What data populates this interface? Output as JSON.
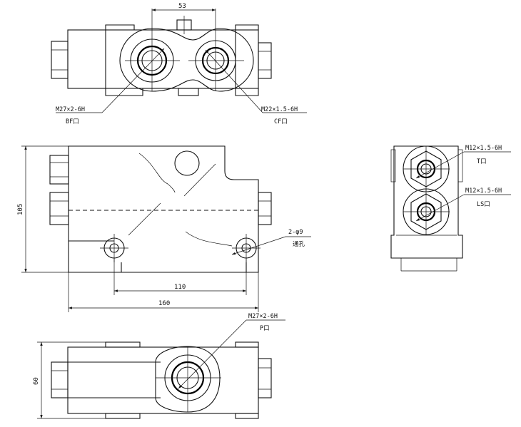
{
  "dimensions": {
    "top_spacing": "53",
    "overall_height": "105",
    "hole_spacing": "110",
    "overall_length": "160",
    "bottom_height": "60"
  },
  "callouts": {
    "bf_thread": "M27×2-6H",
    "bf_port": "BF口",
    "cf_thread": "M22×1.5-6H",
    "cf_port": "CF口",
    "t_thread": "M12×1.5-6H",
    "t_port": "T口",
    "ls_thread": "M12×1.5-6H",
    "ls_port": "LS口",
    "holes_count": "2-φ9",
    "holes_type": "通孔",
    "p_thread": "M27×2-6H",
    "p_port": "P口"
  }
}
